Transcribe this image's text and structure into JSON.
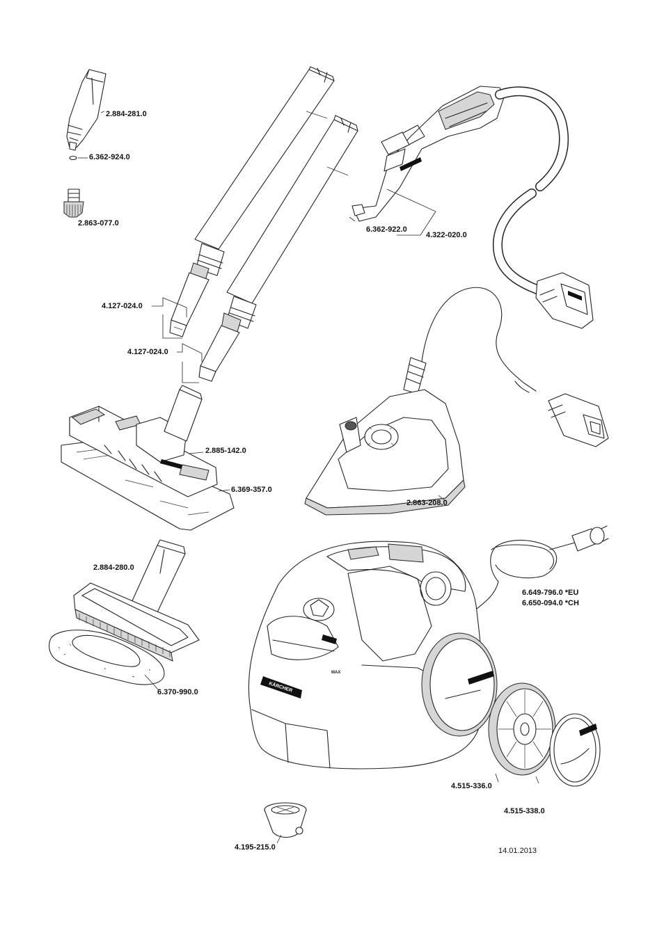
{
  "parts": [
    {
      "id": "p1",
      "number": "2.884-281.0"
    },
    {
      "id": "p2",
      "number": "6.362-924.0"
    },
    {
      "id": "p3",
      "number": "2.863-077.0"
    },
    {
      "id": "p4",
      "number": "4.127-024.0"
    },
    {
      "id": "p5",
      "number": "4.127-024.0"
    },
    {
      "id": "p6",
      "number": "2.885-142.0"
    },
    {
      "id": "p7",
      "number": "6.369-357.0"
    },
    {
      "id": "p8",
      "number": "2.884-280.0"
    },
    {
      "id": "p9",
      "number": "6.370-990.0"
    },
    {
      "id": "p10",
      "number": "6.362-922.0"
    },
    {
      "id": "p11",
      "number": "4.322-020.0"
    },
    {
      "id": "p12",
      "number": "2.863-208.0"
    },
    {
      "id": "p13",
      "number": "6.649-796.0 *EU"
    },
    {
      "id": "p14",
      "number": "6.650-094.0 *CH"
    },
    {
      "id": "p15",
      "number": "4.515-336.0"
    },
    {
      "id": "p16",
      "number": "4.515-338.0"
    },
    {
      "id": "p17",
      "number": "4.195-215.0"
    }
  ],
  "date": "14.01.2013",
  "marks": {
    "brand": "KÄRCHER",
    "max_label": "MAX"
  }
}
